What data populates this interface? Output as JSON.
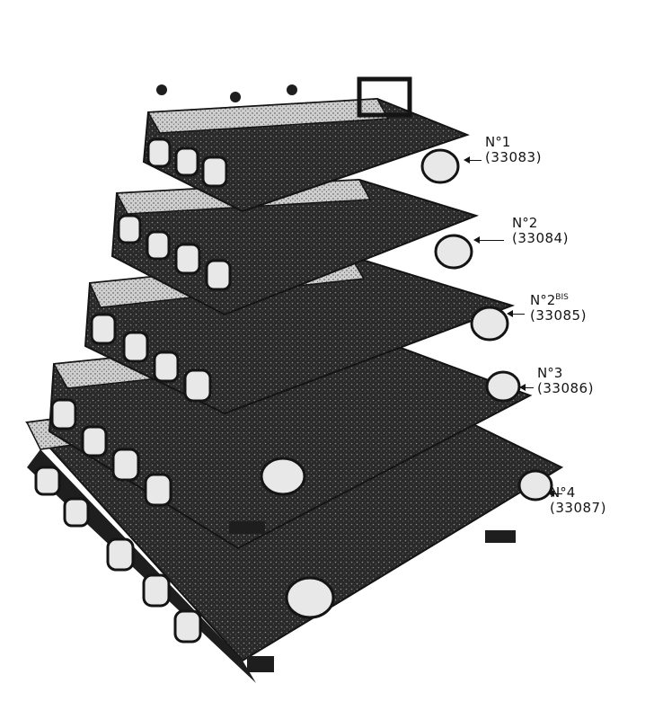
{
  "callouts": [
    {
      "number": "N°1",
      "superscript": "",
      "ref": "(33083)"
    },
    {
      "number": "N°2",
      "superscript": "",
      "ref": "(33084)"
    },
    {
      "number": "N°2",
      "superscript": "BIS",
      "ref": "(33085)"
    },
    {
      "number": "N°3",
      "superscript": "",
      "ref": "(33086)"
    },
    {
      "number": "N°4",
      "superscript": "",
      "ref": "(33087)"
    }
  ],
  "colors": {
    "ink": "#141414",
    "paper": "#ffffff",
    "casting": "#2a2a2a",
    "highlight": "#d8d8d8"
  }
}
